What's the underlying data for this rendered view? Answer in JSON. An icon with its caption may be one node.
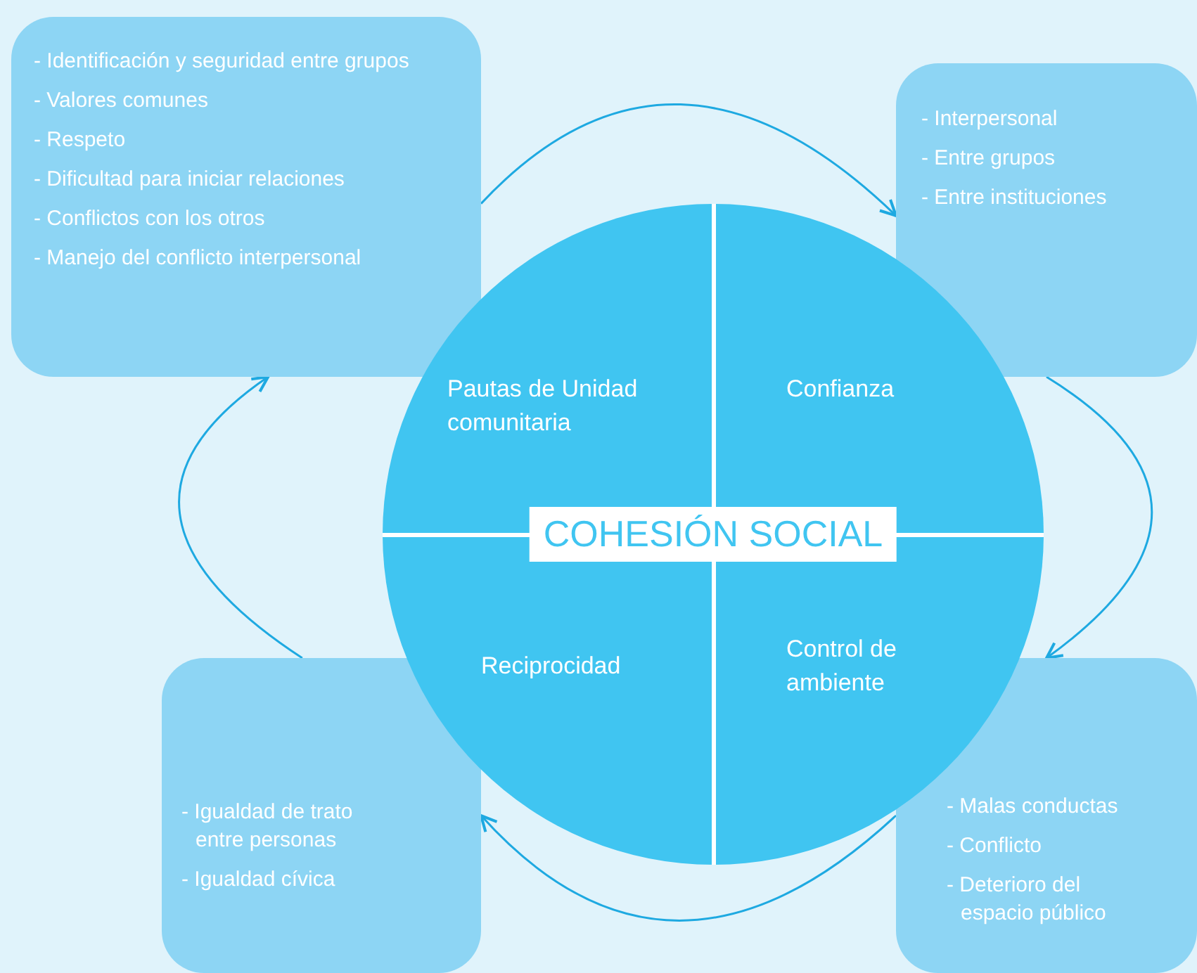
{
  "diagram": {
    "nodes": [
      {
        "text": [
          "- Identificación y seguridad entre grupos",
          "- Valores comunes",
          "- Respeto",
          "- Dificultad para iniciar relaciones",
          "- Conflictos con los otros",
          "- Manejo del conflicto interpersonal"
        ]
      },
      {
        "text": [
          "- Interpersonal",
          "- Entre grupos",
          "- Entre instituciones"
        ]
      },
      {
        "text": [
          "COHESIÓN SOCIAL"
        ]
      },
      {
        "text": [
          "Pautas de Unidad comunitaria"
        ],
        "in": 2
      },
      {
        "text": [
          "Confianza"
        ],
        "in": 2
      },
      {
        "text": [
          "Reciprocidad"
        ],
        "in": 2
      },
      {
        "text": [
          "Control de ambiente"
        ],
        "in": 2
      },
      {
        "text": [
          "- Igualdad de trato entre personas",
          "- Igualdad cívica"
        ]
      },
      {
        "text": [
          "- Malas conductas",
          "- Conflicto",
          "- Deterioro del espacio público"
        ]
      }
    ],
    "edges": [
      {
        "from": 0,
        "to": 1,
        "arrow": "to"
      },
      {
        "from": 1,
        "to": 8,
        "arrow": "to"
      },
      {
        "from": 8,
        "to": 7,
        "arrow": "to"
      },
      {
        "from": 7,
        "to": 0,
        "arrow": "to"
      }
    ]
  }
}
